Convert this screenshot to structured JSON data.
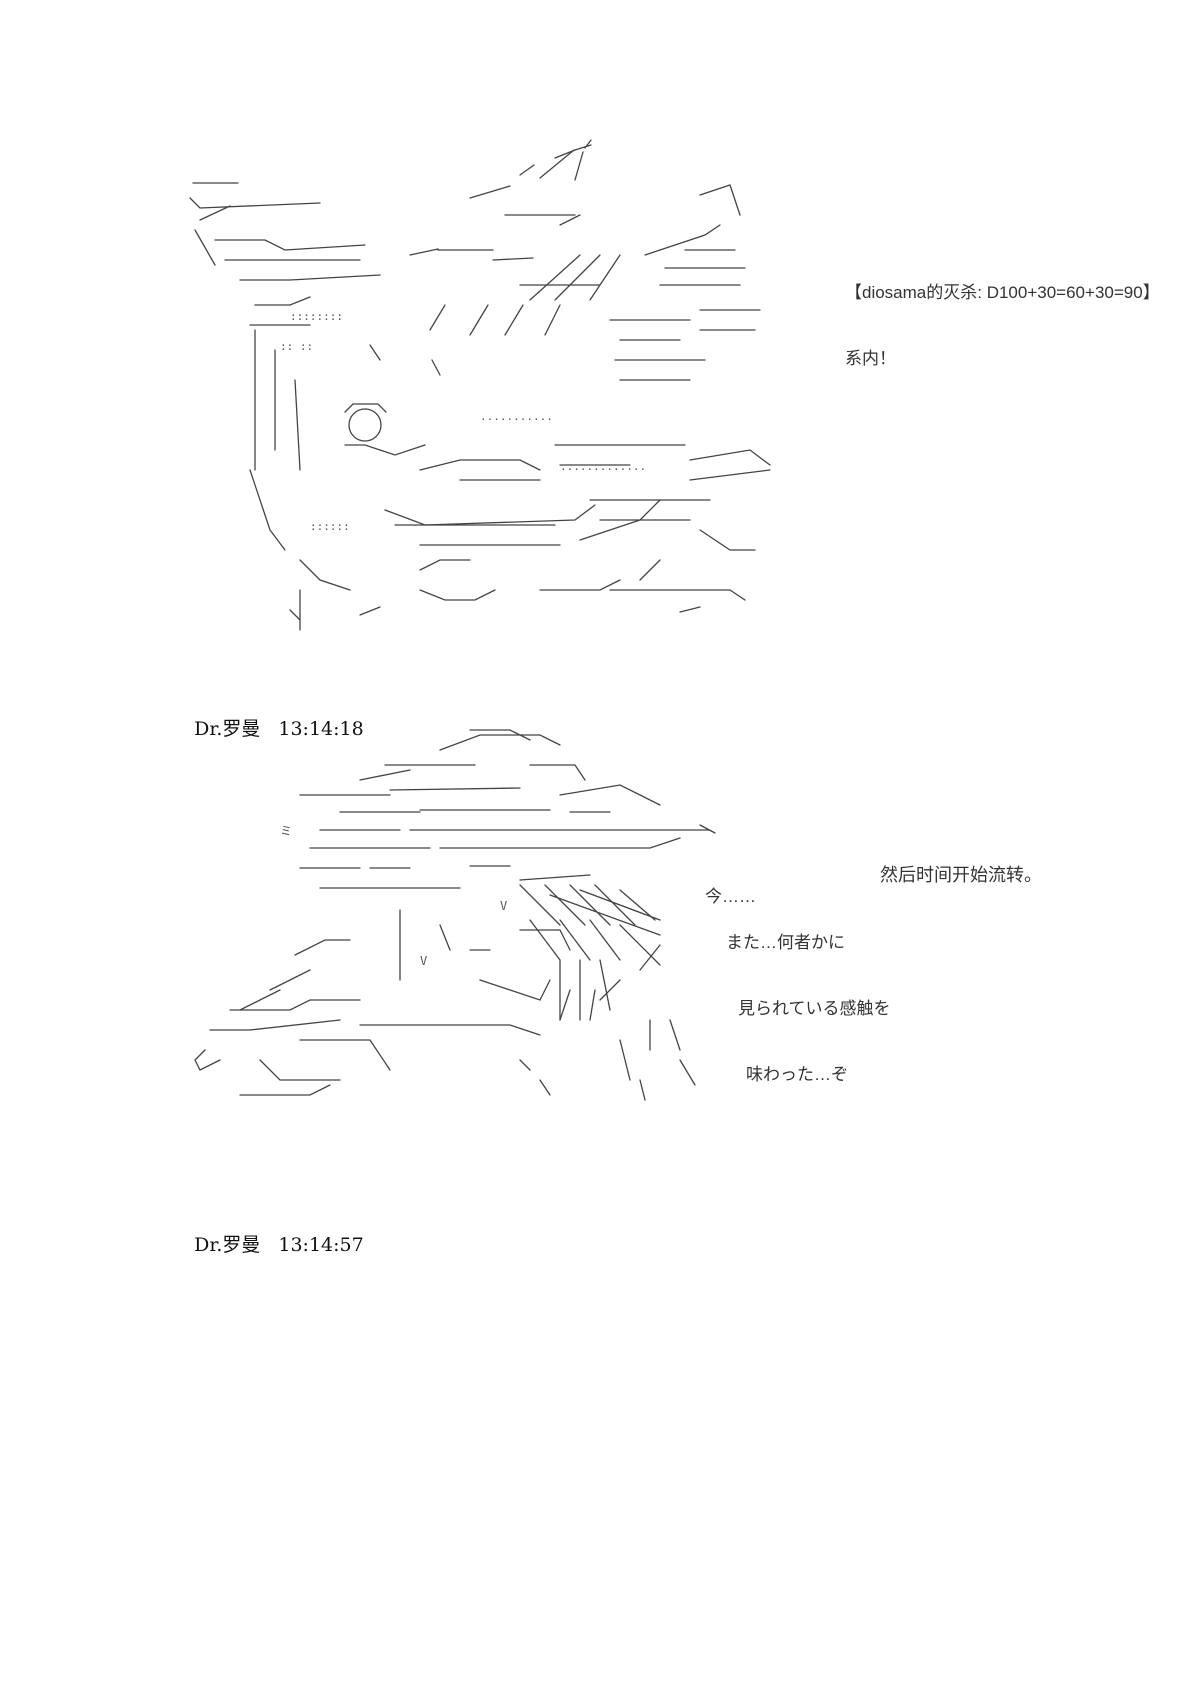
{
  "roll": {
    "text": "【diosama的灭杀: D100+30=60+30=90】",
    "line2": "系内！"
  },
  "timestamp1": {
    "name": "Dr.罗曼",
    "time": "13:14:18"
  },
  "narration": {
    "text": "然后时间开始流转。"
  },
  "dialog": {
    "now": "今……",
    "line1": "また…何者かに",
    "line2": "見られている感触を",
    "line3": "味わった…ぞ"
  },
  "timestamp2": {
    "name": "Dr.罗曼",
    "time": "13:14:57"
  }
}
